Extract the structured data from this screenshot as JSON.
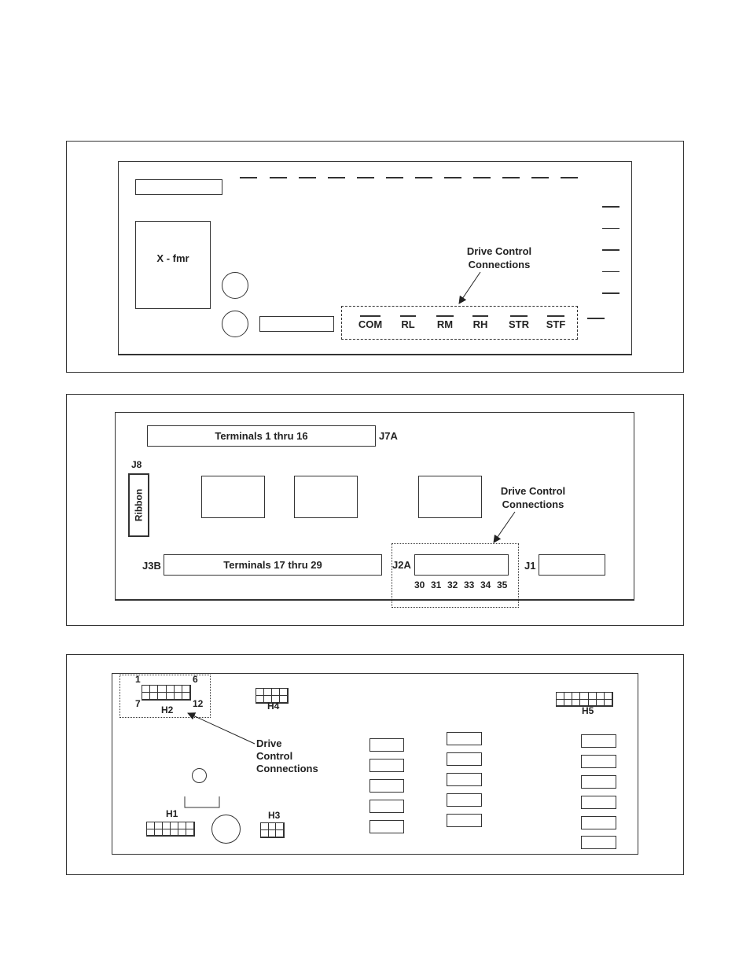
{
  "panel1": {
    "xfmr_label": "X - fmr",
    "callout_line1": "Drive Control",
    "callout_line2": "Connections",
    "terminals": [
      "COM",
      "RL",
      "RM",
      "RH",
      "STR",
      "STF"
    ]
  },
  "panel2": {
    "terminals_top": "Terminals 1 thru 16",
    "j7a": "J7A",
    "j8": "J8",
    "ribbon": "Ribbon",
    "j3b": "J3B",
    "terminals_bottom": "Terminals 17 thru 29",
    "j2a": "J2A",
    "j1": "J1",
    "callout_line1": "Drive Control",
    "callout_line2": "Connections",
    "pins": [
      "30",
      "31",
      "32",
      "33",
      "34",
      "35"
    ]
  },
  "panel3": {
    "h2_pin1": "1",
    "h2_pin6": "6",
    "h2_pin7": "7",
    "h2_pin12": "12",
    "h2": "H2",
    "h4": "H4",
    "h5": "H5",
    "h1": "H1",
    "h3": "H3",
    "callout_line1": "Drive",
    "callout_line2": "Control",
    "callout_line3": "Connections"
  }
}
